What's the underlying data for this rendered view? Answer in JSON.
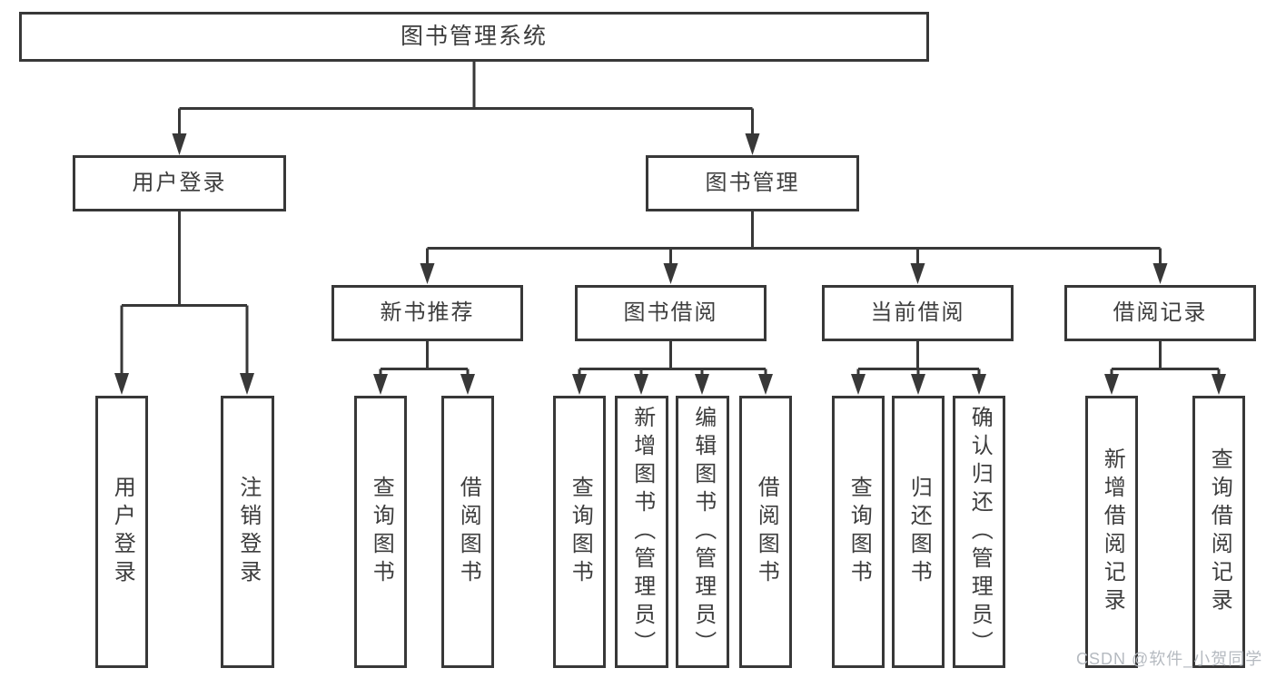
{
  "diagram": {
    "root": {
      "label": "图书管理系统"
    },
    "branches": [
      {
        "label": "用户登录",
        "children": [
          {
            "label": "用户登录"
          },
          {
            "label": "注销登录"
          }
        ]
      },
      {
        "label": "图书管理",
        "sections": [
          {
            "label": "新书推荐",
            "children": [
              {
                "label": "查询图书"
              },
              {
                "label": "借阅图书"
              }
            ]
          },
          {
            "label": "图书借阅",
            "children": [
              {
                "label": "查询图书"
              },
              {
                "label": "新增图书（管理员）"
              },
              {
                "label": "编辑图书（管理员）"
              },
              {
                "label": "借阅图书"
              }
            ]
          },
          {
            "label": "当前借阅",
            "children": [
              {
                "label": "查询图书"
              },
              {
                "label": "归还图书"
              },
              {
                "label": "确认归还（管理员）"
              }
            ]
          },
          {
            "label": "借阅记录",
            "children": [
              {
                "label": "新增借阅记录"
              },
              {
                "label": "查询借阅记录"
              }
            ]
          }
        ]
      }
    ]
  },
  "watermark": {
    "text": "CSDN @软件_小贺同学"
  },
  "colors": {
    "line": "#383838",
    "text": "#3d3d3d",
    "watermark": "#b5bac0",
    "background": "#ffffff"
  }
}
